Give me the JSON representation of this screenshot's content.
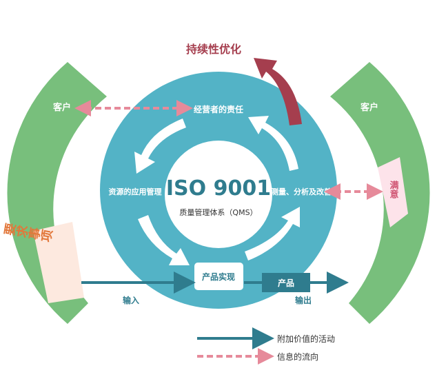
{
  "title": "持续性优化",
  "center": {
    "main": "ISO 9001",
    "sub": "质量管理体系（QMS）"
  },
  "cycle": {
    "top": "经营者的责任",
    "left": "资源的应用管理",
    "right": "测量、分析及改善",
    "bottom": "产品实现"
  },
  "left_arc": {
    "label": "客户",
    "badge": "要求事项"
  },
  "right_arc": {
    "label": "客户",
    "badge": "满意"
  },
  "flow": {
    "input": "输入",
    "output": "输出",
    "product": "产品"
  },
  "legend": [
    {
      "label": "附加价值的活动",
      "style": "solid"
    },
    {
      "label": "信息的流向",
      "style": "dashed"
    }
  ],
  "colors": {
    "teal": "#53b3c6",
    "dark_teal": "#2f7c8e",
    "green": "#78bf7c",
    "maroon": "#a53e4e",
    "pink": "#e68a9a",
    "badge_left": "#fde9df",
    "badge_right": "#fde3ea",
    "orange_text": "#e2773a"
  }
}
